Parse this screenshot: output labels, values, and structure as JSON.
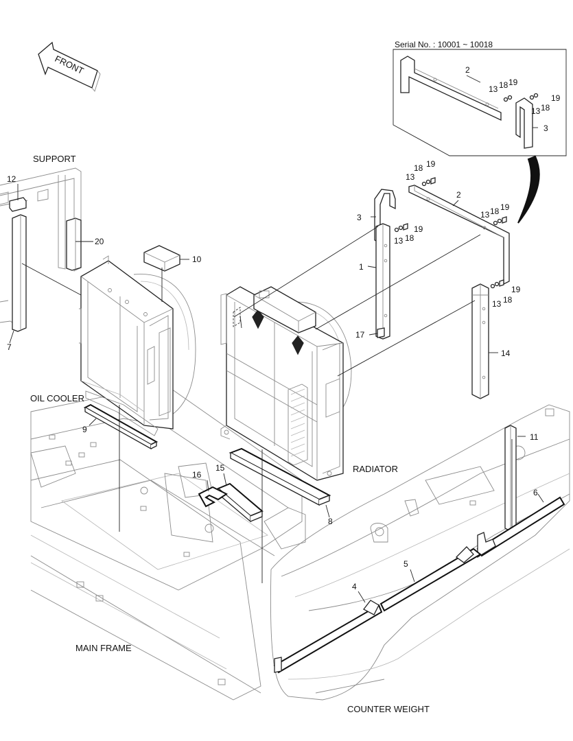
{
  "direction_label": "FRONT",
  "serial_note": "Serial No. : 10001 ~ 10018",
  "assembly_labels": {
    "support": "SUPPORT",
    "oil_cooler": "OIL COOLER",
    "radiator": "RADIATOR",
    "main_frame": "MAIN FRAME",
    "counter_weight": "COUNTER WEIGHT"
  },
  "callouts": {
    "inset_2": "2",
    "inset_13a": "13",
    "inset_18a": "18",
    "inset_19a": "19",
    "inset_19b": "19",
    "inset_18b": "18",
    "inset_13b": "13",
    "inset_3": "3",
    "p18_top": "18",
    "p19_top": "19",
    "p13_top": "13",
    "p2": "2",
    "p3": "3",
    "p13_mid": "13",
    "p18_mid": "18",
    "p19_mid": "19",
    "p19_left": "19",
    "p13_left": "13",
    "p18_left": "18",
    "p1": "1",
    "p19_low": "19",
    "p13_low": "13",
    "p18_low": "18",
    "p17": "17",
    "p14": "14",
    "p12": "12",
    "p20": "20",
    "p10": "10",
    "p7": "7",
    "p9": "9",
    "p11": "11",
    "p6": "6",
    "p16": "16",
    "p15": "15",
    "p8": "8",
    "p5": "5",
    "p4": "4"
  },
  "colors": {
    "line": "#222222",
    "background": "#ffffff"
  }
}
